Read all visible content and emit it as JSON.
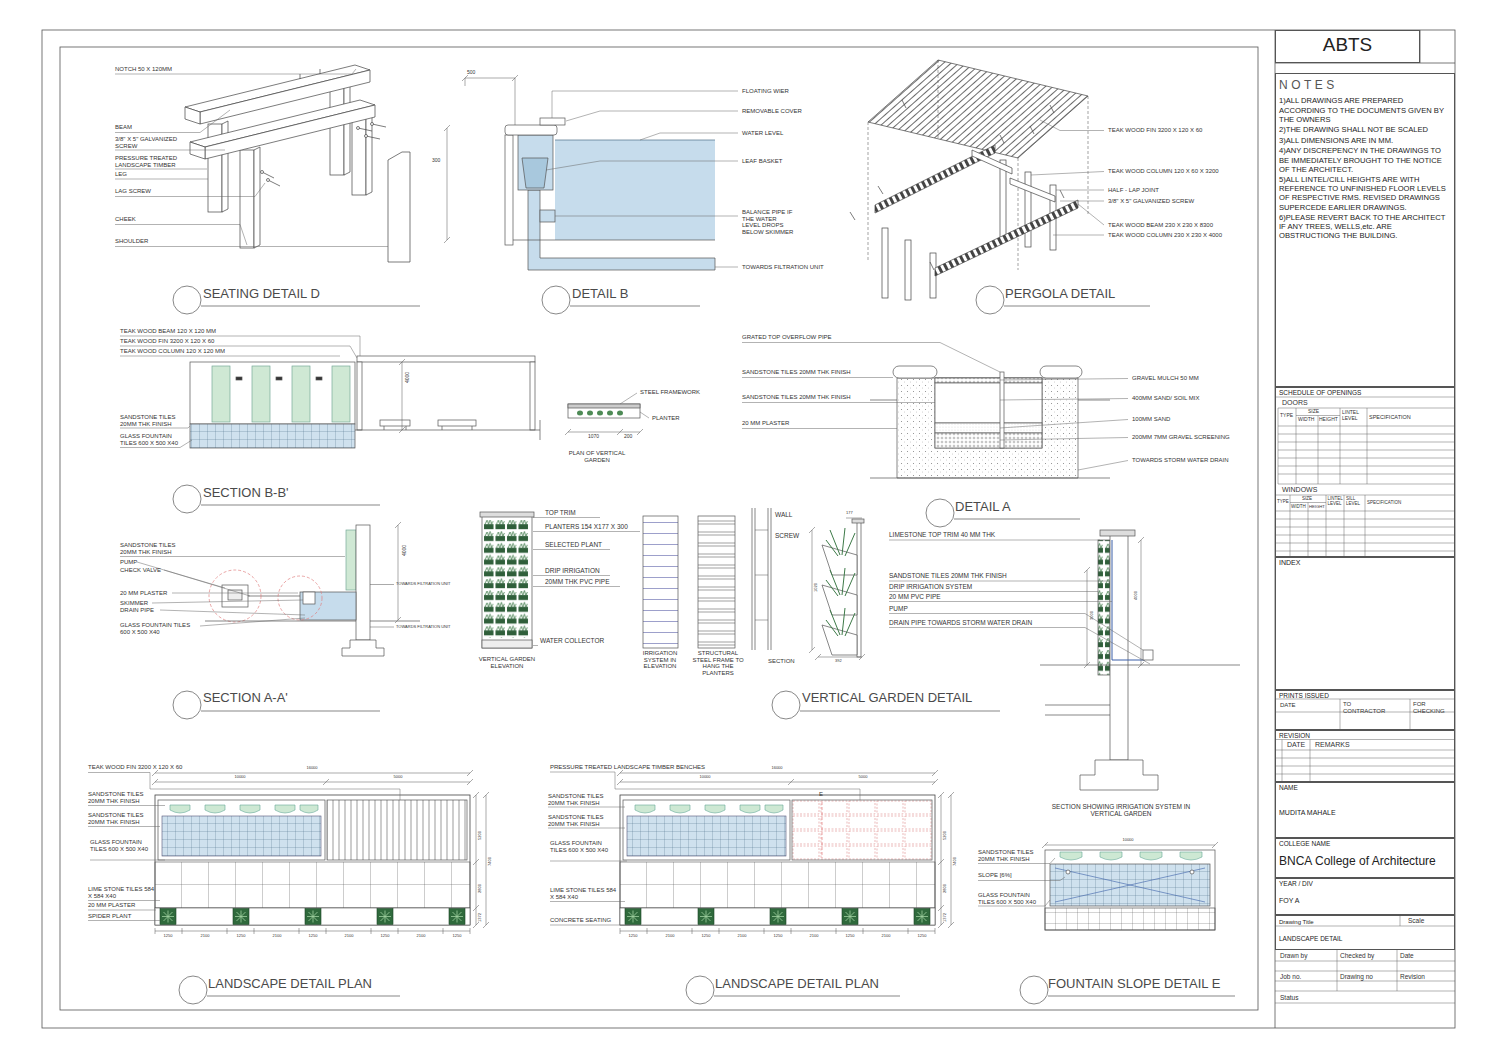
{
  "diagram": {
    "nodes": [
      {
        "text": [
          "ABTS"
        ]
      },
      {
        "text": [
          "NOTES",
          "1)ALL DRAWINGS ARE PREPARED ACCORDING TO THE DOCUMENTS GIVEN BY THE OWNERS",
          "2)THE DRAWING SHALL NOT BE SCALED",
          "3)ALL DIMENSIONS ARE IN MM.",
          "4)ANY DISCREPENCY IN THE DRAWINGS TO BE IMMEDIATELY BROUGHT TO THE NOTICE OF THE ARCHITECT.",
          "5)ALL LINTEL/CILL HEIGHTS ARE WITH REFERENCE TO UNFINISHED FLOOR LEVELS OF RESPECTIVE RMS. REVISED DRAWINGS SUPERCEDE EARLIER DRAWINGS.",
          "6)PLEASE REVERT BACK TO THE ARCHITECT IF ANY TREES, WELLS,etc. ARE OBSTRUCTIONG THE BUILDING."
        ]
      },
      {
        "text": [
          "SCHEDULE OF OPENINGS"
        ]
      },
      {
        "text": [
          "INDEX"
        ]
      },
      {
        "text": [
          "PRINTS ISSUED"
        ]
      },
      {
        "text": [
          "REVISION"
        ]
      },
      {
        "text": [
          "NAME",
          "MUDITA MAHALE"
        ]
      },
      {
        "text": [
          "COLLEGE NAME",
          "BNCA College of Architecture"
        ]
      },
      {
        "text": [
          "YEAR / DIV",
          "FOY A"
        ]
      },
      {
        "text": [
          "Drawing Title",
          "LANDSCAPE DETAIL"
        ]
      }
    ],
    "labels": [
      "NOTCH 50 X 120MM",
      "BEAM",
      "3/8\" X 5\" GALVANIZED SCREW",
      "PRESSURE TREATED LANDSCAPE TIMBER",
      "LEG",
      "LAG SCREW",
      "CHEEK",
      "SHOULDER",
      "SEATING DETAIL D",
      "500",
      "300",
      "FLOATING WIER",
      "REMOVABLE COVER",
      "WATER LEVEL",
      "LEAF BASKET",
      "BALANCE PIPE IF THE WATER LEVEL DROPS BELOW SKIMMER",
      "TOWARDS FILTRATION UNIT",
      "DETAIL B",
      "TEAK WOOD FIN 3200 X 120 X 60",
      "TEAK WOOD COLUMN 120 X 60 X 3200",
      "HALF - LAP JOINT",
      "3/8\" X 5\" GALVANIZED SCREW",
      "TEAK WOOD BEAM 230 X 230 X 8300",
      "TEAK WOOD COLUMN 230 X 230 X 4000",
      "PERGOLA DETAIL",
      "TEAK WOOD BEAM 120 X 120 MM",
      "TEAK WOOD FIN 3200 X 120 X 60",
      "TEAK WOOD COLUMN 120 X 120 MM",
      "SANDSTONE TILES 20MM THK FINISH",
      "GLASS FOUNTAIN TILES 600 X 500 X40",
      "4000",
      "SECTION B-B'",
      "STEEL FRAMEWORK",
      "PLANTER",
      "1070",
      "200",
      "PLAN OF VERTICAL GARDEN",
      "GRATED TOP OVERFLOW PIPE",
      "SANDSTONE TILES 20MM THK FINISH",
      "SANDSTONE TILES 20MM THK FINISH",
      "20 MM PLASTER",
      "GRAVEL MULCH 50 MM",
      "400MM SAND/ SOIL MIX",
      "100MM SAND",
      "200MM 7MM GRAVEL SCREENING",
      "TOWARDS STORM WATER DRAIN",
      "DETAIL A",
      "SANDSTONE TILES 20MM THK FINISH",
      "PUMP",
      "CHECK VALVE",
      "20 MM PLASTER",
      "SKIMMER",
      "DRAIN PIPE",
      "GLASS FOUNTAIN TILES 600 X 500 X40",
      "4000",
      "TOWARDS FILTRATION UNIT",
      "TOWARDS FILTRATION UNIT",
      "SECTION A-A'",
      "TOP TRIM",
      "PLANTERS 154 X177 X 300",
      "SELECTED PLANT",
      "DRIP IRRIGATION",
      "20MM THK PVC PIPE",
      "WATER COLLECTOR",
      "VERTICAL GARDEN ELEVATION",
      "IRRIGATION SYSTEM IN ELEVATION",
      "STRUCTURAL STEEL FRAME TO HANG THE PLANTERS",
      "WALL",
      "SCREW",
      "SECTION",
      "177",
      "1020",
      "392",
      "LIMESTONE TOP TRIM 40 MM THK",
      "SANDSTONE TILES 20MM THK FINISH",
      "DRIP IRRIGATION SYSTEM",
      "20 MM PVC PIPE",
      "PUMP",
      "DRAIN PIPE TOWARDS STORM WATER DRAIN",
      "4000",
      "3000",
      "VERTICAL GARDEN DETAIL",
      "SECTION SHOWING IRRIGATION SYSTEM IN VERTICAL GARDEN",
      "TEAK WOOD FIN 3200 X 120 X 60",
      "16000",
      "10000",
      "5000",
      "SANDSTONE TILES 20MM THK FINISH",
      "SANDSTONE TILES 20MM THK FINISH",
      "GLASS FOUNTAIN TILES 600 X 500 X40",
      "LIME STONE TILES 584 X 584 X40",
      "20 MM PLASTER",
      "SPIDER PLANT",
      "1250",
      "2100",
      "1250",
      "2100",
      "1250",
      "2100",
      "1250",
      "2100",
      "1250",
      "5200",
      "7400",
      "2800",
      "1372",
      "LANDSCAPE DETAIL PLAN",
      "PRESSURE TREATED LANDSCAPE TIMBER BENCHES",
      "16000",
      "10000",
      "5000",
      "SANDSTONE TILES 20MM THK FINISH",
      "SANDSTONE TILES 20MM THK FINISH",
      "GLASS FOUNTAIN TILES 600 X 500 X40",
      "LIME STONE TILES 584 X 584 X40",
      "CONCRETE SEATING",
      "E",
      "1250",
      "2100",
      "1250",
      "2100",
      "1250",
      "2100",
      "1250",
      "2100",
      "1250",
      "5200",
      "7400",
      "2800",
      "1372",
      "LANDSCAPE DETAIL PLAN",
      "10000",
      "SANDSTONE TILES 20MM THK FINISH",
      "SLOPE [6%]",
      "GLASS FOUNTAIN TILES 600 X 500 X40",
      "FOUNTAIN SLOPE DETAIL E",
      "DOORS",
      "TYPE",
      "SIZE",
      "WIDTH",
      "HEIGHT",
      "LINTEL LEVEL",
      "SPECIFICATION",
      "WINDOWS",
      "TYPE",
      "SIZE",
      "WIDTH",
      "HEIGHT",
      "LINTEL LEVEL",
      "SILL LEVEL",
      "SPECIFICATION",
      "DATE",
      "TO CONTRACTOR",
      "FOR CHECKING",
      "DATE",
      "REMARKS",
      "Scale",
      "Drawn by",
      "Checked by",
      "Date",
      "Job no.",
      "Drawing no",
      "Revision",
      "Status"
    ]
  }
}
